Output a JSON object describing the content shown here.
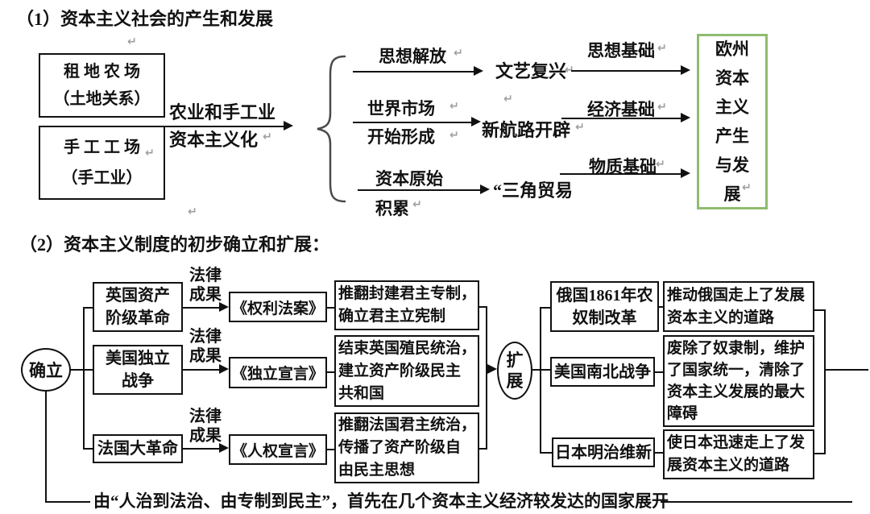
{
  "colors": {
    "green_border": "#8fbc6f"
  },
  "marks": {
    "return": "↵"
  },
  "section1": {
    "title": "（1）资本主义社会的产生和发展",
    "farm_box": {
      "lines": [
        "租 地 农 场",
        "（土地关系）"
      ]
    },
    "workshop_box": {
      "lines": [
        "手 工 工 场",
        "（手工业）"
      ]
    },
    "process": {
      "lines": [
        "农业和手工业",
        "资本主义化"
      ]
    },
    "branches": [
      {
        "cause_lines": [
          "思想解放"
        ],
        "event": "文艺复兴",
        "basis": "思想基础"
      },
      {
        "cause_lines": [
          "世界市场",
          "开始形成"
        ],
        "event": "新航路开辟",
        "basis": "经济基础"
      },
      {
        "cause_lines": [
          "资本原始",
          "积累"
        ],
        "event": "“三角贸易",
        "basis": "物质基础"
      }
    ],
    "europe_box": {
      "lines": [
        "欧州",
        "资本",
        "主义",
        "产生",
        "与发",
        "展"
      ]
    }
  },
  "section2": {
    "title": "（2）资本主义制度的初步确立和扩展：",
    "establish_label": "确立",
    "expand_lines": [
      "扩",
      "展"
    ],
    "legal_lines": [
      "法律",
      "成果"
    ],
    "establish_rows": [
      {
        "event_lines": [
          "英国资产",
          "阶级革命"
        ],
        "document": "《权利法案》",
        "outcome_lines": [
          "推翻封建君主专制，",
          "确立君主立宪制"
        ]
      },
      {
        "event_lines": [
          "美国独立",
          "战争"
        ],
        "document": "《独立宣言》",
        "outcome_lines": [
          "结束英国殖民统治，",
          "建立资产阶级民主",
          "共和国"
        ]
      },
      {
        "event_lines": [
          "法国大革命"
        ],
        "document": "《人权宣言》",
        "outcome_lines": [
          "推翻法国君主统治，",
          "传播了资产阶级自",
          "由民主思想"
        ]
      }
    ],
    "expand_rows": [
      {
        "event_lines": [
          "俄国1861年农",
          "奴制改革"
        ],
        "outcome_lines": [
          "推动俄国走上了发展",
          "资本主义的道路"
        ]
      },
      {
        "event_lines": [
          "美国南北战争"
        ],
        "outcome_lines": [
          "废除了奴隶制，维护",
          "了国家统一，清除了",
          "资本主义发展的最大",
          "障碍"
        ]
      },
      {
        "event_lines": [
          "日本明治维新"
        ],
        "outcome_lines": [
          "使日本迅速走上了发",
          "展资本主义的道路"
        ]
      }
    ],
    "footer": "由“人治到法治、由专制到民主”，首先在几个资本主义经济较发达的国家展开"
  }
}
